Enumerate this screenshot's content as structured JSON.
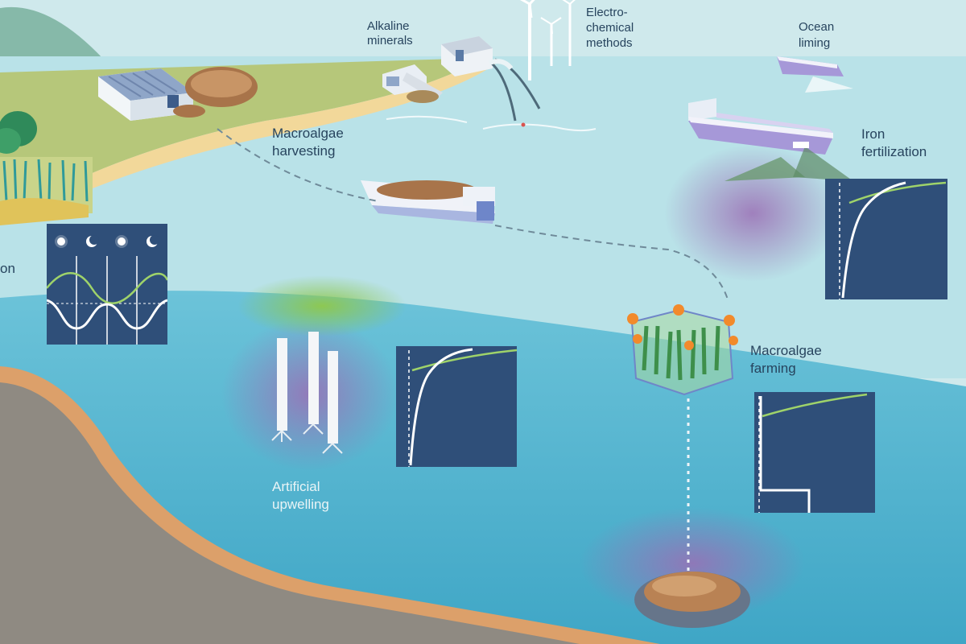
{
  "labels": {
    "alkaline_minerals": "Alkaline\nminerals",
    "electrochemical": "Electro-\nchemical\nmethods",
    "ocean_liming": "Ocean\nliming",
    "iron_fertilization": "Iron\nfertilization",
    "macroalgae_harvesting": "Macroalgae\nharvesting",
    "macroalgae_farming": "Macroalgae\nfarming",
    "artificial_upwelling": "Artificial\nupwelling",
    "cut_off_label": "on"
  },
  "colors": {
    "sky": "#cfe9ec",
    "surface_water": "#b9e2e8",
    "deep_water": "#4eb3cf",
    "land": "#b6c77a",
    "beach": "#f2d89a",
    "seabed": "#8f8a82",
    "seabed_edge": "#dca06a",
    "panel": "#2f4f79",
    "curve_green": "#9fd36a",
    "curve_white": "#ffffff",
    "purple_glow": "#9b6fb5",
    "green_glow": "#8fc84b",
    "buoy": "#f28a2b"
  },
  "icons": {
    "day": "sun-icon",
    "night": "moon-icon"
  }
}
